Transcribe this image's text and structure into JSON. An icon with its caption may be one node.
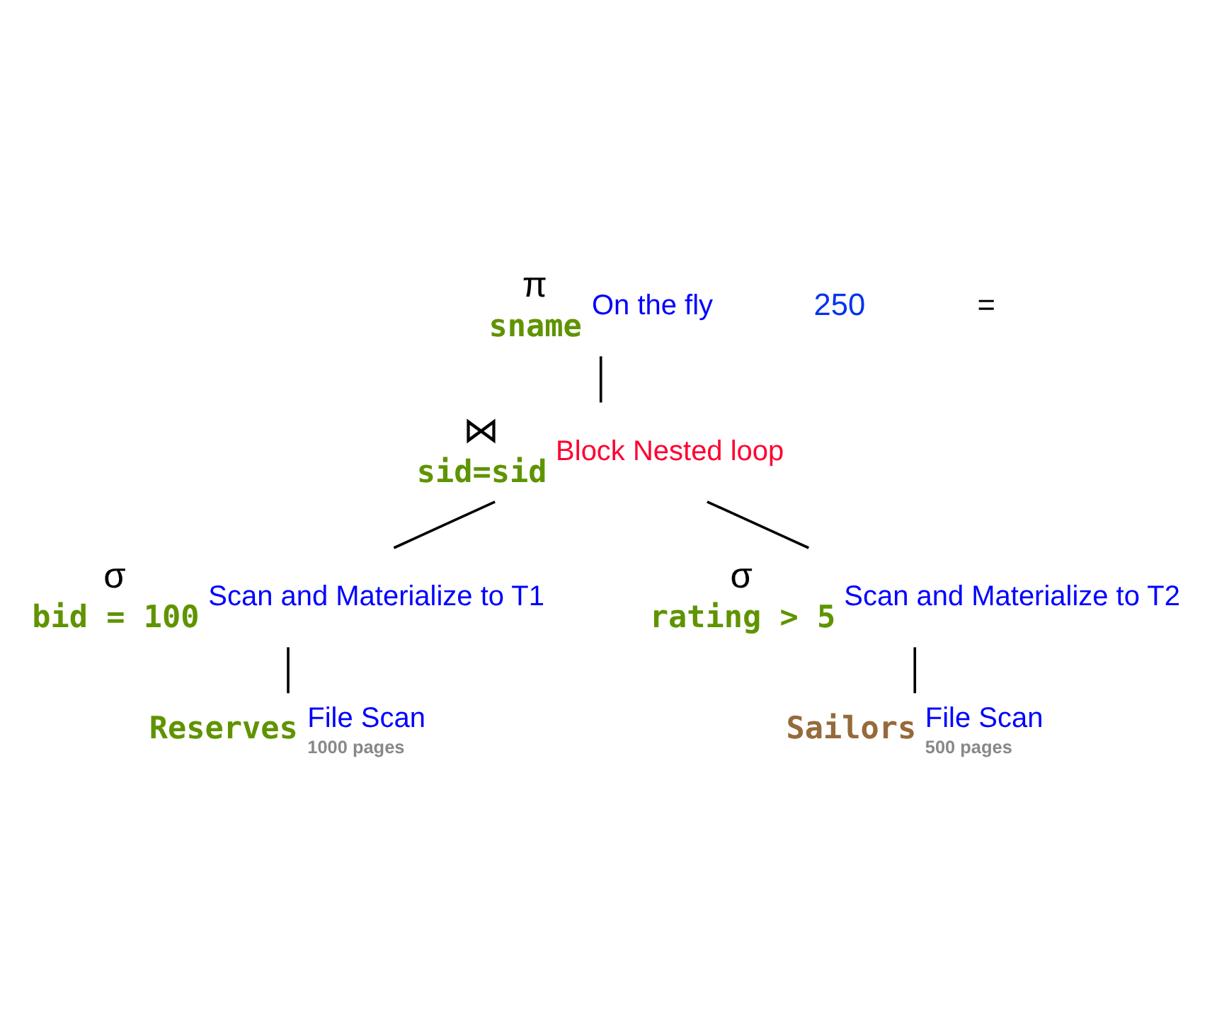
{
  "diagram": {
    "nodes": [
      {
        "text": [
          "π",
          "sname"
        ],
        "beside": [
          "On the fly"
        ]
      },
      {
        "text": [
          "⋈",
          "sid=sid"
        ],
        "beside": [
          "Block Nested loop"
        ]
      },
      {
        "text": [
          "σ",
          "bid = 100"
        ],
        "beside": [
          "Scan and Materialize to T1"
        ]
      },
      {
        "text": [
          "σ",
          "rating > 5"
        ],
        "beside": [
          "Scan and Materialize to T2"
        ]
      },
      {
        "text": [
          "Reserves"
        ],
        "beside": [
          "File Scan",
          "1000 pages"
        ]
      },
      {
        "text": [
          "Sailors"
        ],
        "beside": [
          "File Scan",
          "500 pages"
        ]
      }
    ],
    "edges": [
      {
        "from": 0,
        "to": 1,
        "arrow": "none"
      },
      {
        "from": 1,
        "to": 2,
        "arrow": "none"
      },
      {
        "from": 1,
        "to": 3,
        "arrow": "none"
      },
      {
        "from": 2,
        "to": 4,
        "arrow": "none"
      },
      {
        "from": 3,
        "to": 5,
        "arrow": "none"
      }
    ],
    "labels": [
      "250",
      "="
    ]
  }
}
